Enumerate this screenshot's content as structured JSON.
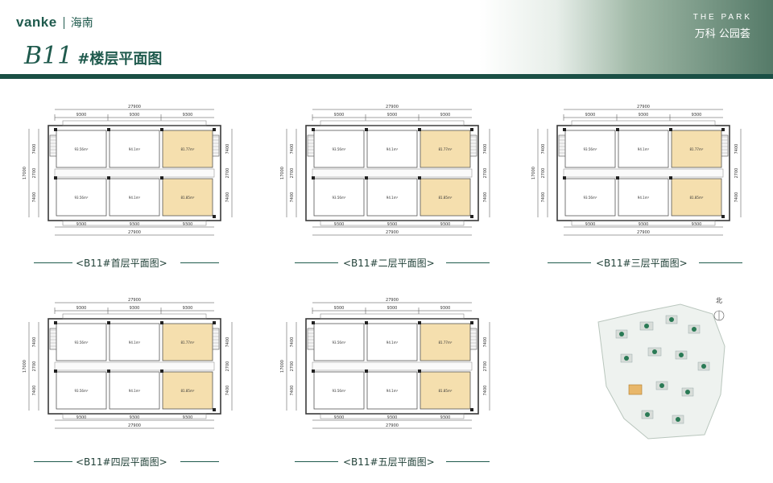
{
  "header": {
    "brand_logo": "vanke",
    "brand_region": "海南",
    "title_big": "B11",
    "title_small": "#楼层平面图",
    "project_en": "THE PARK",
    "project_cn": "万科 公园荟"
  },
  "plans": [
    {
      "label": "<B11#首层平面图>",
      "total_width": "27900",
      "bay_widths": [
        "9300",
        "9300",
        "9300"
      ],
      "depth_total": "17000",
      "depth_parts": [
        "7400",
        "2700",
        "7400"
      ],
      "rooms": [
        {
          "area": "93.56m²",
          "highlight": false
        },
        {
          "area": "94.1m²",
          "highlight": false
        },
        {
          "area": "81.77m²",
          "highlight": true
        },
        {
          "area": "93.56m²",
          "highlight": false
        },
        {
          "area": "94.1m²",
          "highlight": false
        },
        {
          "area": "81.85m²",
          "highlight": true
        }
      ]
    },
    {
      "label": "<B11#二层平面图>",
      "total_width": "27900",
      "bay_widths": [
        "9300",
        "9300",
        "9300"
      ],
      "depth_total": "17000",
      "depth_parts": [
        "7400",
        "2700",
        "7400"
      ],
      "rooms": [
        {
          "area": "93.56m²",
          "highlight": false
        },
        {
          "area": "94.1m²",
          "highlight": false
        },
        {
          "area": "81.77m²",
          "highlight": true
        },
        {
          "area": "93.56m²",
          "highlight": false
        },
        {
          "area": "94.1m²",
          "highlight": false
        },
        {
          "area": "81.85m²",
          "highlight": true
        }
      ]
    },
    {
      "label": "<B11#三层平面图>",
      "total_width": "27900",
      "bay_widths": [
        "9300",
        "9300",
        "9300"
      ],
      "depth_total": "17000",
      "depth_parts": [
        "7400",
        "2700",
        "7400"
      ],
      "rooms": [
        {
          "area": "93.56m²",
          "highlight": false
        },
        {
          "area": "94.1m²",
          "highlight": false
        },
        {
          "area": "81.77m²",
          "highlight": true
        },
        {
          "area": "93.56m²",
          "highlight": false
        },
        {
          "area": "94.1m²",
          "highlight": false
        },
        {
          "area": "81.85m²",
          "highlight": true
        }
      ]
    },
    {
      "label": "<B11#四层平面图>",
      "total_width": "27900",
      "bay_widths": [
        "9300",
        "9300",
        "9300"
      ],
      "depth_total": "17000",
      "depth_parts": [
        "7400",
        "2700",
        "7400"
      ],
      "rooms": [
        {
          "area": "93.56m²",
          "highlight": false
        },
        {
          "area": "94.1m²",
          "highlight": false
        },
        {
          "area": "81.77m²",
          "highlight": true
        },
        {
          "area": "93.56m²",
          "highlight": false
        },
        {
          "area": "94.1m²",
          "highlight": false
        },
        {
          "area": "81.85m²",
          "highlight": true
        }
      ]
    },
    {
      "label": "<B11#五层平面图>",
      "total_width": "27900",
      "bay_widths": [
        "9300",
        "9300",
        "9300"
      ],
      "depth_total": "17000",
      "depth_parts": [
        "7400",
        "2700",
        "7400"
      ],
      "rooms": [
        {
          "area": "93.56m²",
          "highlight": false
        },
        {
          "area": "94.1m²",
          "highlight": false
        },
        {
          "area": "81.77m²",
          "highlight": true
        },
        {
          "area": "93.56m²",
          "highlight": false
        },
        {
          "area": "94.1m²",
          "highlight": false
        },
        {
          "area": "81.85m²",
          "highlight": true
        }
      ]
    }
  ],
  "site_map": {
    "north_label": "北"
  },
  "colors": {
    "brand": "#1f5a4d",
    "band": "#1a4f45",
    "highlight_room": "#f5dfae",
    "wall": "#3a3a3a"
  }
}
